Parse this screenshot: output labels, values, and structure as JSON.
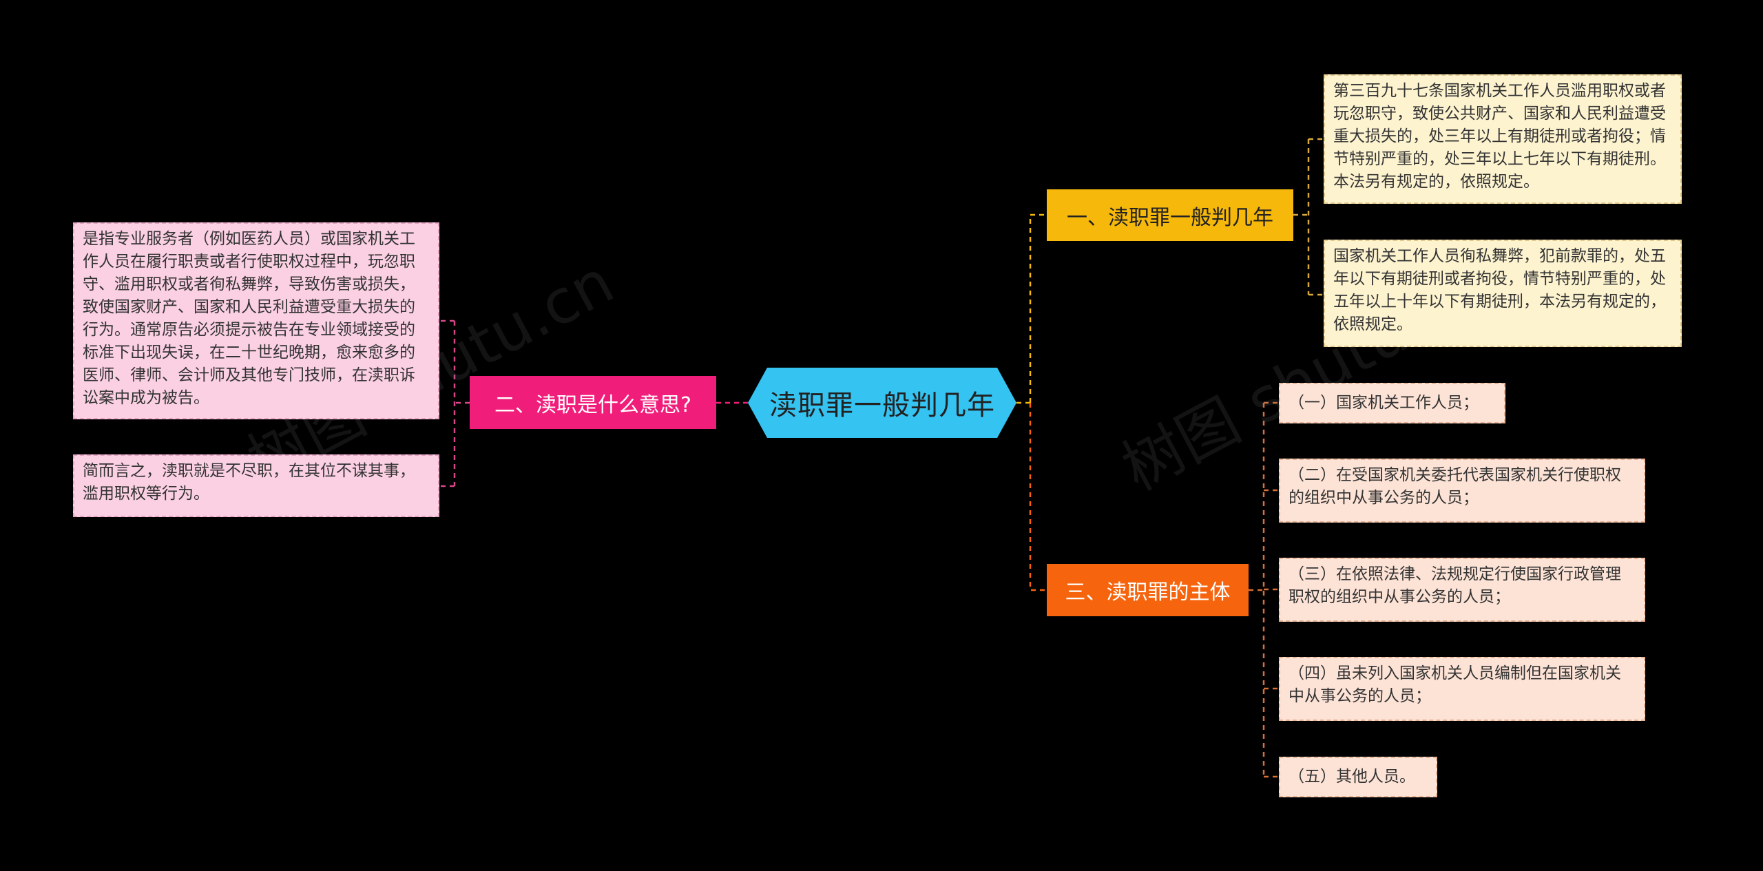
{
  "center": {
    "title": "渎职罪一般判几年"
  },
  "branches": {
    "b1": {
      "label": "一、渎职罪一般判几年"
    },
    "b2": {
      "label": "二、渎职是什么意思?"
    },
    "b3": {
      "label": "三、渎职罪的主体"
    }
  },
  "leaves": {
    "b1": [
      "第三百九十七条国家机关工作人员滥用职权或者玩忽职守，致使公共财产、国家和人民利益遭受重大损失的，处三年以上有期徒刑或者拘役；情节特别严重的，处三年以上七年以下有期徒刑。本法另有规定的，依照规定。",
      "国家机关工作人员徇私舞弊，犯前款罪的，处五年以下有期徒刑或者拘役，情节特别严重的，处五年以上十年以下有期徒刑，本法另有规定的，依照规定。"
    ],
    "b2": [
      "是指专业服务者（例如医药人员）或国家机关工作人员在履行职责或者行使职权过程中，玩忽职守、滥用职权或者徇私舞弊，导致伤害或损失，致使国家财产、国家和人民利益遭受重大损失的行为。通常原告必须提示被告在专业领域接受的标准下出现失误，在二十世纪晚期，愈来愈多的医师、律师、会计师及其他专门技师，在渎职诉讼案中成为被告。",
      "简而言之，渎职就是不尽职，在其位不谋其事，滥用职权等行为。"
    ],
    "b3": [
      "（一）国家机关工作人员；",
      "（二）在受国家机关委托代表国家机关行使职权的组织中从事公务的人员；",
      "（三）在依照法律、法规规定行使国家行政管理职权的组织中从事公务的人员；",
      "（四）虽未列入国家机关人员编制但在国家机关中从事公务的人员；",
      "（五）其他人员。"
    ]
  },
  "watermarks": [
    "树图 shutu.cn",
    "树图 shutu.cn"
  ],
  "colors": {
    "background": "#000000",
    "center": "#35c3f2",
    "branch1": "#f5b80b",
    "branch2": "#f01e7a",
    "branch3": "#f6640d",
    "leaf_yellow": "#fdf3cf",
    "leaf_pink": "#fbd0e3",
    "leaf_peach": "#fde3d6"
  }
}
